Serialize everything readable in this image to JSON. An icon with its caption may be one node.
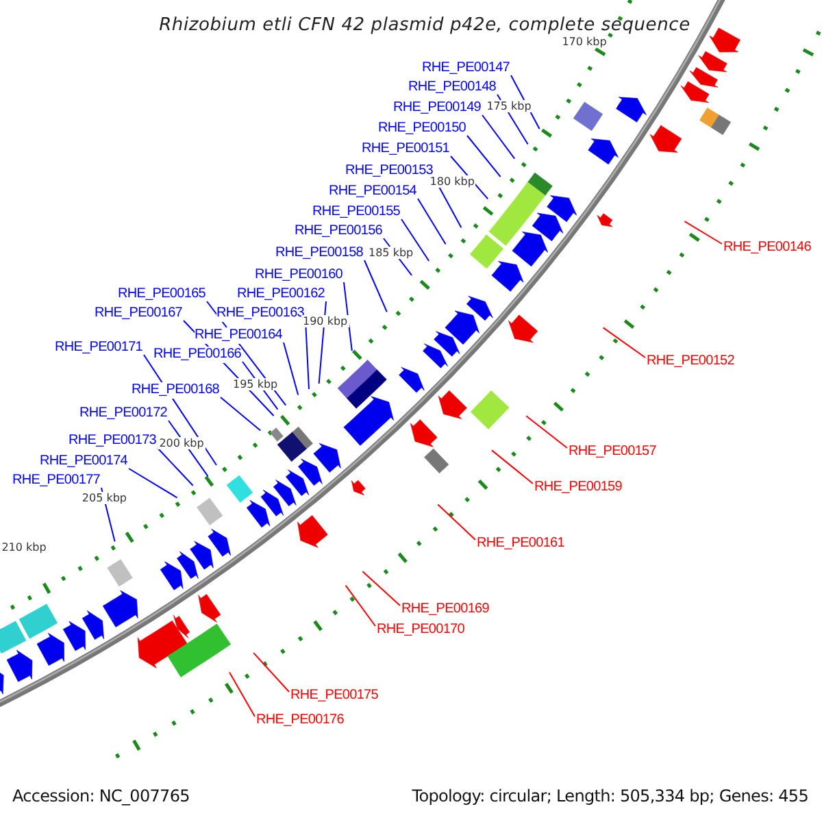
{
  "diagram": {
    "title": "Rhizobium etli CFN 42 plasmid p42e, complete sequence",
    "nodes": [
      {
        "text": [
          "RHE_PE00147"
        ]
      },
      {
        "text": [
          "RHE_PE00148"
        ]
      },
      {
        "text": [
          "RHE_PE00149"
        ]
      },
      {
        "text": [
          "RHE_PE00150"
        ]
      },
      {
        "text": [
          "RHE_PE00151"
        ]
      },
      {
        "text": [
          "RHE_PE00153"
        ]
      },
      {
        "text": [
          "RHE_PE00154"
        ]
      },
      {
        "text": [
          "RHE_PE00155"
        ]
      },
      {
        "text": [
          "RHE_PE00156"
        ]
      },
      {
        "text": [
          "RHE_PE00146"
        ]
      },
      {
        "text": [
          "RHE_PE00158"
        ]
      },
      {
        "text": [
          "RHE_PE00160"
        ]
      },
      {
        "text": [
          "RHE_PE00165"
        ]
      },
      {
        "text": [
          "RHE_PE00162"
        ]
      },
      {
        "text": [
          "RHE_PE00167"
        ]
      },
      {
        "text": [
          "RHE_PE00163"
        ]
      },
      {
        "text": [
          "RHE_PE00164"
        ]
      },
      {
        "text": [
          "RHE_PE00171"
        ]
      },
      {
        "text": [
          "RHE_PE00166"
        ]
      },
      {
        "text": [
          "RHE_PE00152"
        ]
      },
      {
        "text": [
          "RHE_PE00168"
        ]
      },
      {
        "text": [
          "RHE_PE00172"
        ]
      },
      {
        "text": [
          "RHE_PE00173"
        ]
      },
      {
        "text": [
          "RHE_PE00157"
        ]
      },
      {
        "text": [
          "RHE_PE00174"
        ]
      },
      {
        "text": [
          "RHE_PE00177"
        ]
      },
      {
        "text": [
          "RHE_PE00159"
        ]
      },
      {
        "text": [
          "RHE_PE00161"
        ]
      },
      {
        "text": [
          "RHE_PE00169"
        ]
      },
      {
        "text": [
          "RHE_PE00170"
        ]
      },
      {
        "text": [
          "RHE_PE00175"
        ]
      },
      {
        "text": [
          "RHE_PE00176"
        ]
      }
    ],
    "edges": [
      {
        "from": 0,
        "to": null,
        "arrow": "none"
      },
      {
        "from": 1,
        "to": null,
        "arrow": "none"
      },
      {
        "from": 2,
        "to": null,
        "arrow": "none"
      },
      {
        "from": 3,
        "to": null,
        "arrow": "none"
      },
      {
        "from": 4,
        "to": null,
        "arrow": "none"
      },
      {
        "from": 5,
        "to": null,
        "arrow": "none"
      },
      {
        "from": 6,
        "to": null,
        "arrow": "none"
      },
      {
        "from": 7,
        "to": null,
        "arrow": "none"
      },
      {
        "from": 8,
        "to": null,
        "arrow": "none"
      },
      {
        "from": 9,
        "to": null,
        "arrow": "none",
        "color": "#ff0000"
      },
      {
        "from": 10,
        "to": null,
        "arrow": "none"
      },
      {
        "from": 11,
        "to": null,
        "arrow": "none"
      },
      {
        "from": 12,
        "to": null,
        "arrow": "none"
      },
      {
        "from": 13,
        "to": null,
        "arrow": "none"
      },
      {
        "from": 14,
        "to": null,
        "arrow": "none"
      },
      {
        "from": 15,
        "to": null,
        "arrow": "none"
      },
      {
        "from": 16,
        "to": null,
        "arrow": "none"
      },
      {
        "from": 17,
        "to": null,
        "arrow": "none"
      },
      {
        "from": 18,
        "to": null,
        "arrow": "none"
      },
      {
        "from": 19,
        "to": null,
        "arrow": "none",
        "color": "#ff0000"
      },
      {
        "from": 20,
        "to": null,
        "arrow": "none"
      },
      {
        "from": 21,
        "to": null,
        "arrow": "none"
      },
      {
        "from": 22,
        "to": null,
        "arrow": "none"
      },
      {
        "from": 23,
        "to": null,
        "arrow": "none",
        "color": "#ff0000"
      },
      {
        "from": 24,
        "to": null,
        "arrow": "none"
      },
      {
        "from": 25,
        "to": null,
        "arrow": "none"
      },
      {
        "from": 26,
        "to": null,
        "arrow": "none",
        "color": "#ff0000"
      },
      {
        "from": 27,
        "to": null,
        "arrow": "none",
        "color": "#ff0000"
      },
      {
        "from": 28,
        "to": null,
        "arrow": "none",
        "color": "#ff0000"
      },
      {
        "from": 29,
        "to": null,
        "arrow": "none",
        "color": "#ff0000"
      },
      {
        "from": 30,
        "to": null,
        "arrow": "none",
        "color": "#ff0000"
      },
      {
        "from": 31,
        "to": null,
        "arrow": "none",
        "color": "#ff0000"
      }
    ],
    "labels": [
      "170 kbp",
      "175 kbp",
      "180 kbp",
      "185 kbp",
      "190 kbp",
      "195 kbp",
      "200 kbp",
      "205 kbp",
      "210 kbp",
      "Accession: NC_007765",
      "Topology: circular; Length: 505,334 bp; Genes: 455"
    ]
  }
}
